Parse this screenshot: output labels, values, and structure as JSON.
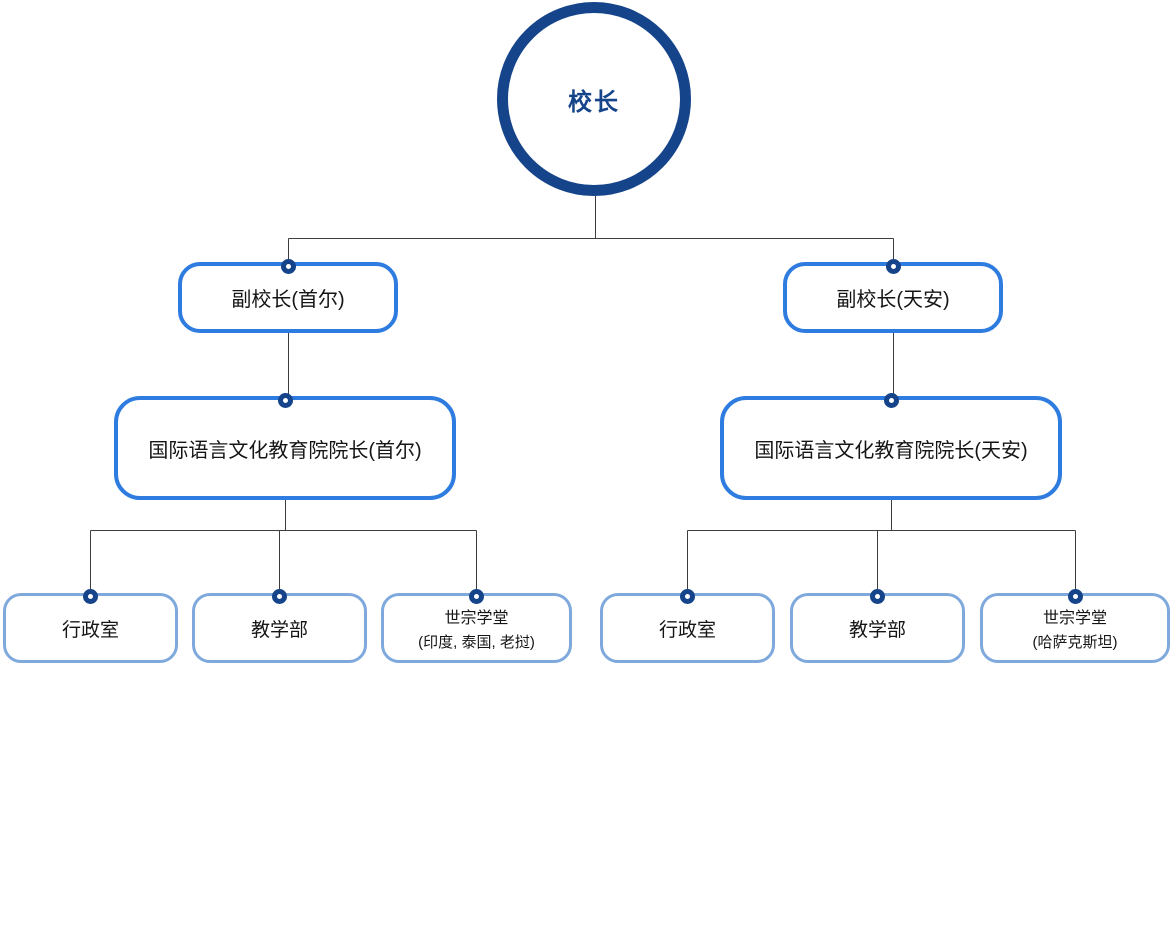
{
  "org_chart": {
    "type": "org-tree",
    "root": {
      "label": "校长"
    },
    "branches": [
      {
        "vice": {
          "label": "副校长(首尔)"
        },
        "director": {
          "label": "国际语言文化教育院院长(首尔)"
        },
        "departments": [
          {
            "label": "行政室"
          },
          {
            "label": "教学部"
          },
          {
            "label": "世宗学堂",
            "sublabel": "(印度, 泰国, 老挝)"
          }
        ]
      },
      {
        "vice": {
          "label": "副校长(天安)"
        },
        "director": {
          "label": "国际语言文化教育院院长(天安)"
        },
        "departments": [
          {
            "label": "行政室"
          },
          {
            "label": "教学部"
          },
          {
            "label": "世宗学堂",
            "sublabel": "(哈萨克斯坦)"
          }
        ]
      }
    ],
    "colors": {
      "root_border": "#15448A",
      "upper_box_border": "#2E7CE0",
      "department_box_border": "#7FA9DC",
      "connector_line": "#3D3D3D",
      "anchor_dot": "#15448A",
      "text": "#151515"
    }
  }
}
